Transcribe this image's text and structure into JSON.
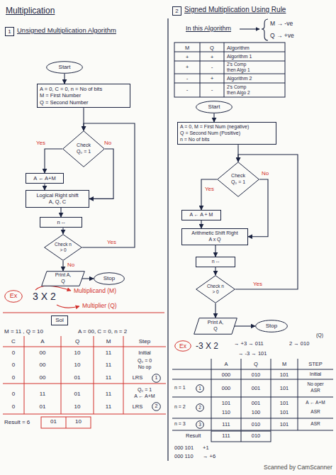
{
  "diagram": {
    "title": "Multiplication",
    "nodes": [
      {
        "text": [
          "1"
        ]
      },
      {
        "text": [
          "Start"
        ]
      },
      {
        "text": [
          "A = 0, C = 0, n = No of bits",
          "M = First Number",
          "Q = Second Number"
        ]
      },
      {
        "text": [
          "Check Q₀ = 1"
        ]
      },
      {
        "text": [
          "A ← A+M"
        ]
      },
      {
        "text": [
          "Logical Right shift",
          "A, Q, C"
        ]
      },
      {
        "text": [
          "n --"
        ]
      },
      {
        "text": [
          "Check n > 0"
        ]
      },
      {
        "text": [
          "Print A, Q"
        ]
      },
      {
        "text": [
          "Stop"
        ]
      },
      {
        "text": [
          "Ex"
        ]
      },
      {
        "text": [
          "Sol"
        ]
      },
      {
        "text": [
          "1"
        ]
      },
      {
        "text": [
          "2"
        ]
      },
      {
        "text": [
          "2"
        ]
      },
      {
        "text": [
          "Start"
        ]
      },
      {
        "text": [
          "A = 0, M = First Num (negative)",
          "Q = Second Num (Positive)",
          "n = No of bits"
        ]
      },
      {
        "text": [
          "Check Q₀ = 1"
        ]
      },
      {
        "text": [
          "A ← A + M"
        ]
      },
      {
        "text": [
          "Arithmetic Shift Right",
          "A x Q"
        ]
      },
      {
        "text": [
          "n --"
        ]
      },
      {
        "text": [
          "Check n > 0"
        ]
      },
      {
        "text": [
          "Print A, Q"
        ]
      },
      {
        "text": [
          "Stop"
        ]
      },
      {
        "text": [
          "Ex"
        ]
      },
      {
        "text": [
          "1"
        ]
      },
      {
        "text": [
          "2"
        ]
      },
      {
        "text": [
          "3"
        ]
      }
    ],
    "edges": [
      {
        "from": 1,
        "to": 2,
        "arrow": "to"
      },
      {
        "from": 2,
        "to": 3,
        "arrow": "to"
      },
      {
        "from": 3,
        "to": 4,
        "label": "Yes",
        "arrow": "to"
      },
      {
        "from": 3,
        "to": 5,
        "label": "No",
        "arrow": "to"
      },
      {
        "from": 4,
        "to": 5,
        "arrow": "to"
      },
      {
        "from": 5,
        "to": 6,
        "arrow": "to"
      },
      {
        "from": 6,
        "to": 7,
        "arrow": "to"
      },
      {
        "from": 7,
        "to": 3,
        "label": "Yes",
        "arrow": "to"
      },
      {
        "from": 7,
        "to": 8,
        "label": "No",
        "arrow": "to"
      },
      {
        "from": 8,
        "to": 9,
        "arrow": "to"
      },
      {
        "from": 15,
        "to": 16,
        "arrow": "to"
      },
      {
        "from": 16,
        "to": 17,
        "arrow": "to"
      },
      {
        "from": 17,
        "to": 18,
        "label": "Yes",
        "arrow": "to"
      },
      {
        "from": 17,
        "to": 19,
        "label": "No",
        "arrow": "to"
      },
      {
        "from": 18,
        "to": 19,
        "arrow": "to"
      },
      {
        "from": 19,
        "to": 20,
        "arrow": "to"
      },
      {
        "from": 20,
        "to": 21,
        "arrow": "to"
      },
      {
        "from": 21,
        "to": 17,
        "label": "Yes",
        "arrow": "to"
      },
      {
        "from": 21,
        "to": 22,
        "arrow": "to"
      },
      {
        "from": 22,
        "to": 23,
        "arrow": "to"
      }
    ],
    "labels": [
      "Unsigned Multiplication Algorithm",
      "3 X 2",
      "Multiplicand (M)",
      "Multiplier (Q)",
      "M = 11 , Q = 10",
      "A = 00, C = 0, n = 2",
      "C",
      "A",
      "Q",
      "M",
      "Step",
      "0",
      "00",
      "10",
      "11",
      "Initial",
      "0",
      "00",
      "10",
      "11",
      "Q₀ = 0",
      "No op",
      "0",
      "00",
      "01",
      "11",
      "LRS",
      "0",
      "11",
      "01",
      "11",
      "Q₀ = 1",
      "A ← A+M",
      "0",
      "01",
      "10",
      "11",
      "LRS",
      "Result = 6",
      "01",
      "10",
      "Signed Multiplication Using Rule",
      "In this Algorithm",
      "M → -ve",
      "Q → +ve",
      "M",
      "Q",
      "Algorithm",
      "+",
      "+",
      "Algorithm 1",
      "+",
      "-",
      "2's Comp",
      "then Algo 1",
      "-",
      "+",
      "Algorithm 2",
      "-",
      "-",
      "2's Comp",
      "then Algo 2",
      "-3 X 2",
      "→ +3 → 011",
      "2 → 010",
      "(Q)",
      "→ -3 → 101",
      "A",
      "Q",
      "M",
      "STEP",
      "000",
      "010",
      "101",
      "Initial",
      "n = 1",
      "000",
      "001",
      "101",
      "No oper",
      "ASR",
      "n = 2",
      "101",
      "001",
      "101",
      "A ← A+M",
      "110",
      "100",
      "101",
      "ASR",
      "n = 3",
      "111",
      "010",
      "101",
      "ASR",
      "Result",
      "111",
      "010",
      "000 101",
      "+1",
      "000 110",
      "→ +6",
      "Scanned by CamScanner"
    ]
  }
}
